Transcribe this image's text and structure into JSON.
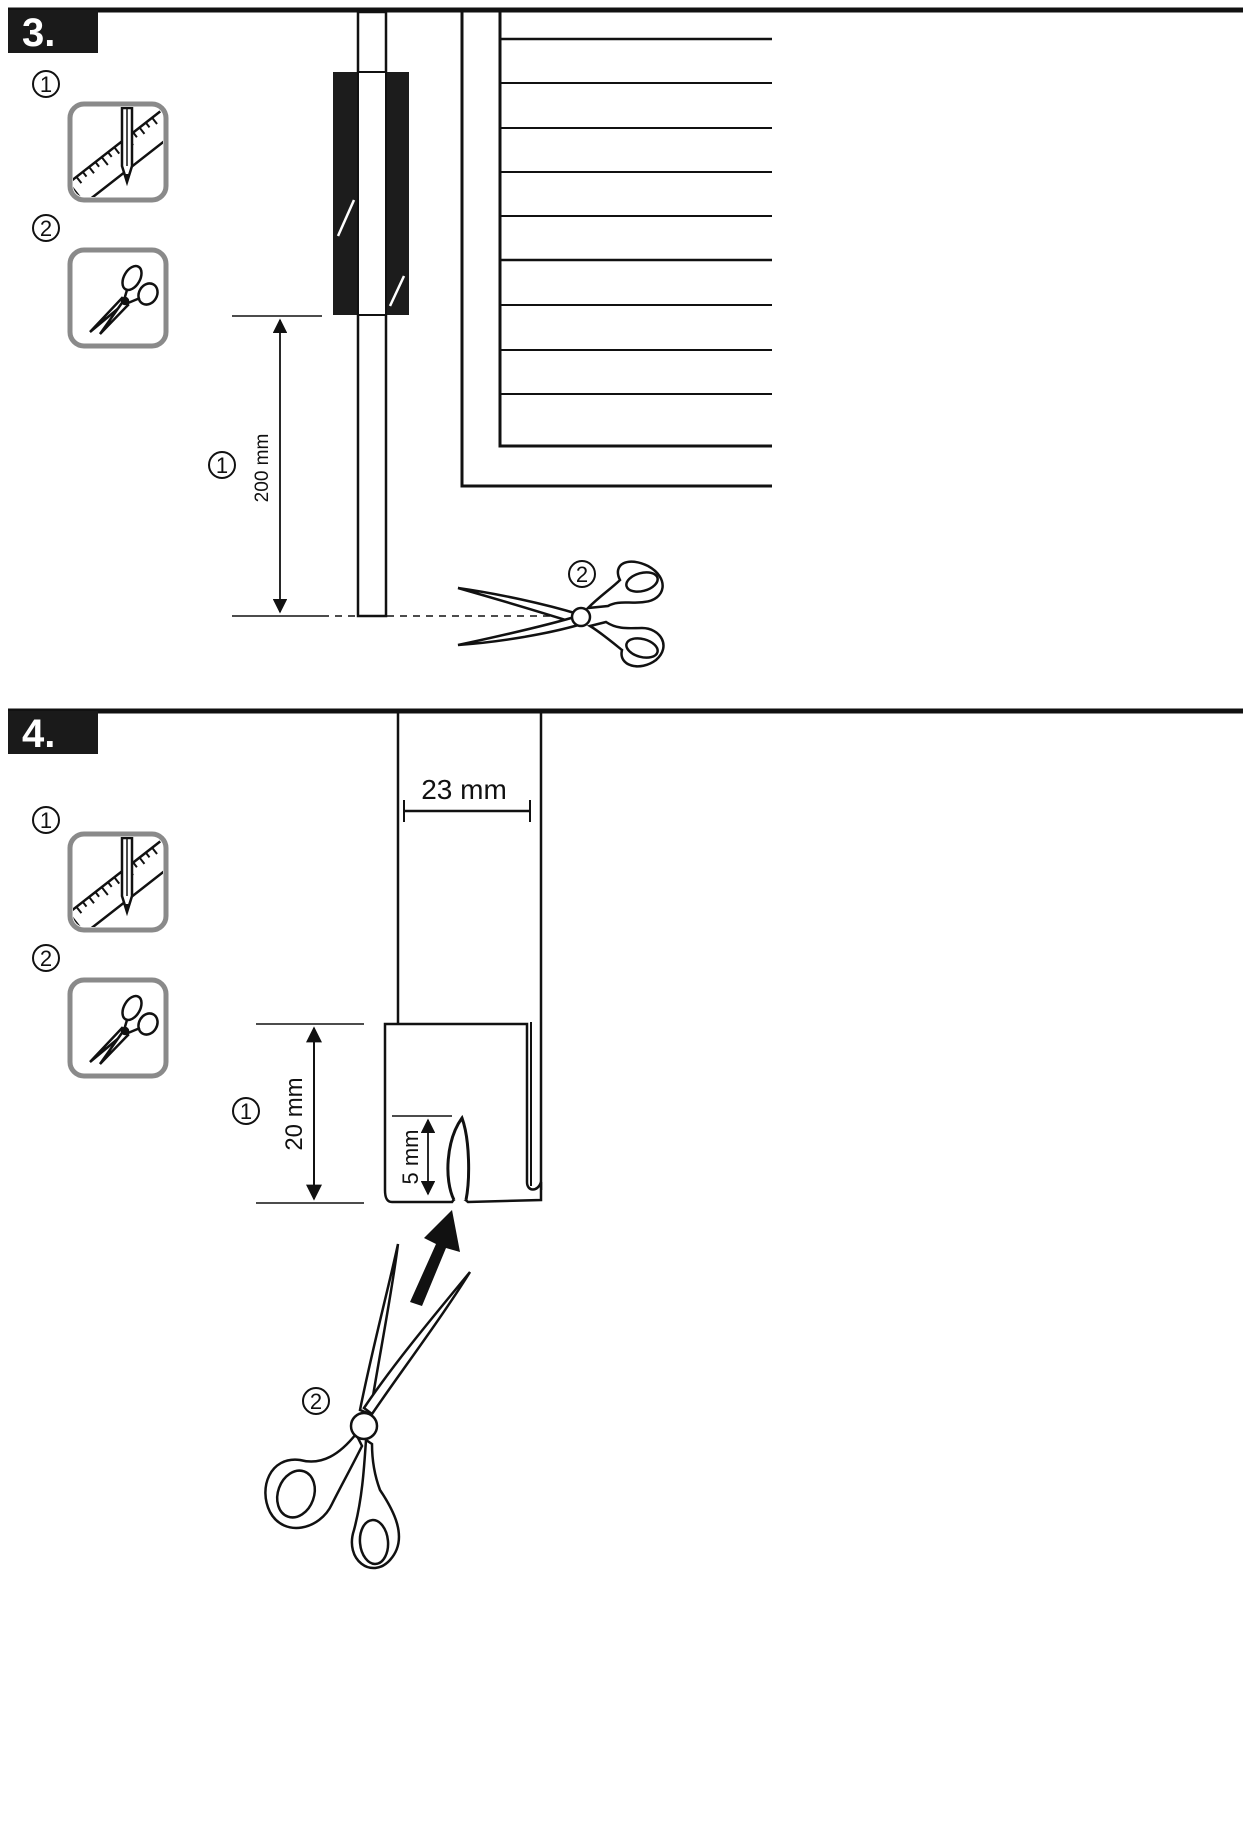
{
  "steps": [
    {
      "label": "3.",
      "icons": [
        {
          "number": "1",
          "icon": "ruler-pencil-icon"
        },
        {
          "number": "2",
          "icon": "scissors-icon"
        }
      ],
      "dimension": {
        "number": "1",
        "text": "200 mm"
      },
      "cut_marker": {
        "number": "2"
      }
    },
    {
      "label": "4.",
      "icons": [
        {
          "number": "1",
          "icon": "ruler-pencil-icon"
        },
        {
          "number": "2",
          "icon": "scissors-icon"
        }
      ],
      "width_dimension": {
        "text": "23 mm"
      },
      "height_dimension": {
        "number": "1",
        "text": "20 mm"
      },
      "slit_dimension": {
        "text": "5 mm"
      },
      "cut_marker": {
        "number": "2"
      }
    }
  ]
}
